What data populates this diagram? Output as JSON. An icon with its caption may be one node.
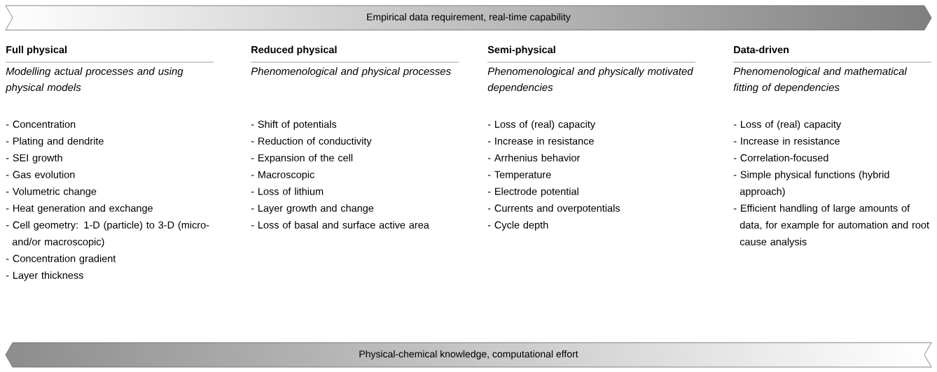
{
  "diagram": {
    "nodes": [
      {
        "text": [
          "Empirical data requirement, real-time capability"
        ]
      },
      {
        "text": [
          "Physical-chemical knowledge, computational effort"
        ]
      }
    ],
    "labels": [
      "Full physical",
      "Modelling actual processes and using physical models",
      "- Concentration",
      "- Plating and dendrite",
      "- SEI growth",
      "- Gas evolution",
      "- Volumetric change",
      "- Heat generation and exchange",
      "- Cell geometry: 1-D (particle) to 3-D (micro- and/or macroscopic)",
      "- Concentration gradient",
      "- Layer thickness",
      "Reduced physical",
      "Phenomenological and physical processes",
      "- Shift of potentials",
      "- Reduction of conductivity",
      "- Expansion of the cell",
      "- Macroscopic",
      "- Loss of lithium",
      "- Layer growth and change",
      "- Loss of basal and surface active area",
      "Semi-physical",
      "Phenomenological and physically motivated dependencies",
      "- Loss of (real) capacity",
      "- Increase in resistance",
      "- Arrhenius behavior",
      "- Temperature",
      "- Electrode potential",
      "- Currents and overpotentials",
      "- Cycle depth",
      "Data-driven",
      "Phenomenological and mathematical fitting of dependencies",
      "- Loss of (real) capacity",
      "- Increase in resistance",
      "- Correlation-focused",
      "- Simple physical functions (hybrid approach)",
      "- Efficient handling of large amounts of data, for example for automation and root cause analysis"
    ]
  }
}
